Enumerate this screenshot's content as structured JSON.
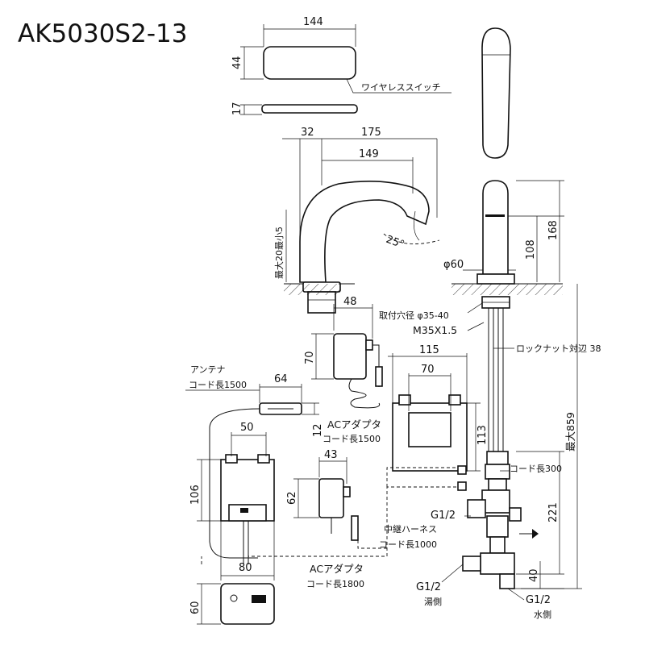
{
  "title": "AK5030S2-13",
  "dimensions": {
    "switch_width": "144",
    "switch_height": "44",
    "switch_thickness": "17",
    "spout_offset": "32",
    "spout_reach_outer": "175",
    "spout_reach_inner": "149",
    "spout_angle": "25°",
    "max_thickness": "最大20最小5",
    "body_diameter": "φ60",
    "height_108": "108",
    "height_168": "168",
    "adapter1_width": "48",
    "adapter1_height": "70",
    "box_width": "115",
    "box_inner_width": "70",
    "box_height": "113",
    "antenna_width": "64",
    "antenna_12": "12",
    "sensor_width": "50",
    "sensor_height": "106",
    "sensor_depth": "80",
    "sensor_side": "60",
    "adapter2_width": "43",
    "adapter2_height": "62",
    "max_859": "最大859",
    "dim_221": "221",
    "dim_40": "40"
  },
  "labels": {
    "wireless_switch": "ワイヤレススイッチ",
    "mount_hole": "取付穴径 φ35-40",
    "thread": "M35X1.5",
    "lock_nut": "ロックナット対辺 38",
    "antenna": "アンテナ",
    "antenna_cord": "コード長1500",
    "ac_adapter1": "ACアダプタ",
    "ac_adapter1_cord": "コード長1500",
    "cord_300": "コード長300",
    "g_half_top": "G1/2",
    "relay_harness": "中継ハーネス",
    "relay_cord": "コード長1000",
    "ac_adapter2": "ACアダプタ",
    "ac_adapter2_cord": "コード長1800",
    "g_half_hot": "G1/2",
    "hot_side": "湯側",
    "g_half_cold": "G1/2",
    "cold_side": "水側"
  }
}
